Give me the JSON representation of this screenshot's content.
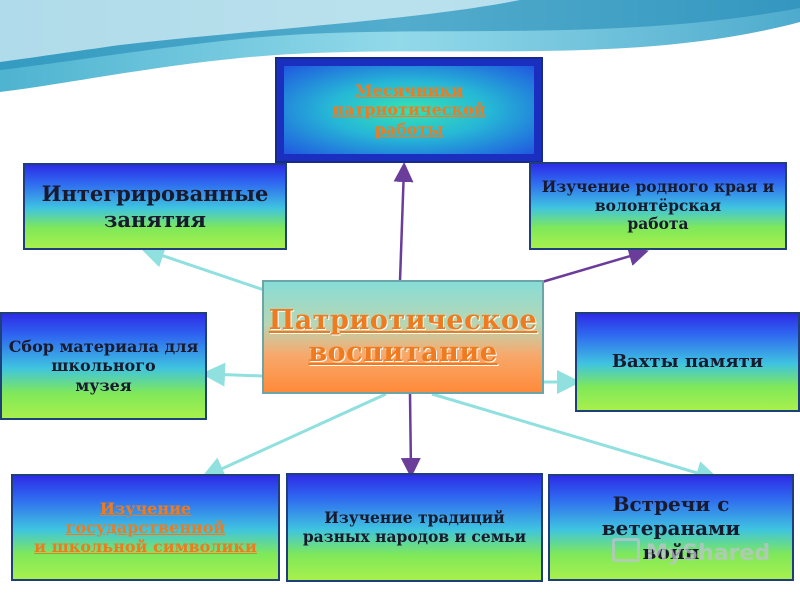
{
  "center": {
    "line1": "Патриотическое",
    "line2": "воспитание"
  },
  "boxes": {
    "monthly": "Месячники\nпатриотической\nработы",
    "integrated": "Интегрированные\nзанятия",
    "native_land": "Изучение родного края и\nволонтёрская\nработа",
    "museum": "Сбор материала для\nшкольного\nмузея",
    "memory_watch": "Вахты памяти",
    "symbols": "Изучение\nгосударственной\nи школьной символики",
    "traditions": "Изучение традиций\nразных народов  и  семьи",
    "veterans": "Встречи с\nветеранами\nвойн"
  },
  "watermark": "MyShared",
  "colors": {
    "orange_text": "#f07a1e",
    "arrow_purple": "#6a3d9a",
    "arrow_cyan": "#8fe0de"
  }
}
